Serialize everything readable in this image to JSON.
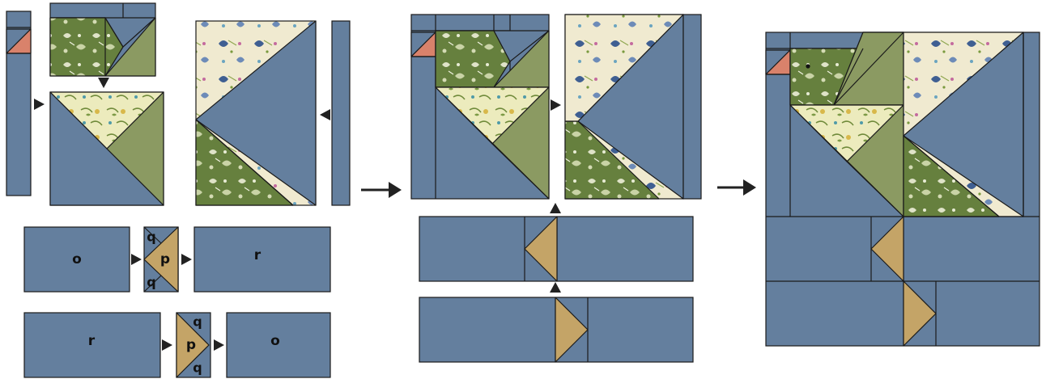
{
  "labels": {
    "o": "o",
    "p": "p",
    "q": "q",
    "r": "r"
  },
  "colors": {
    "blue": "#647f9e",
    "olive": "#8b9a62",
    "tan": "#c4a467",
    "salmon": "#d9826b",
    "cream_floral": "#f0ead0",
    "green_floral": "#66803e",
    "lime_floral": "#ecebbd",
    "outline": "#1a1a1a",
    "arrow": "#222222"
  },
  "icons": [
    "arrow-right-icon",
    "arrow-down-icon",
    "arrow-up-icon",
    "arrow-left-icon"
  ]
}
